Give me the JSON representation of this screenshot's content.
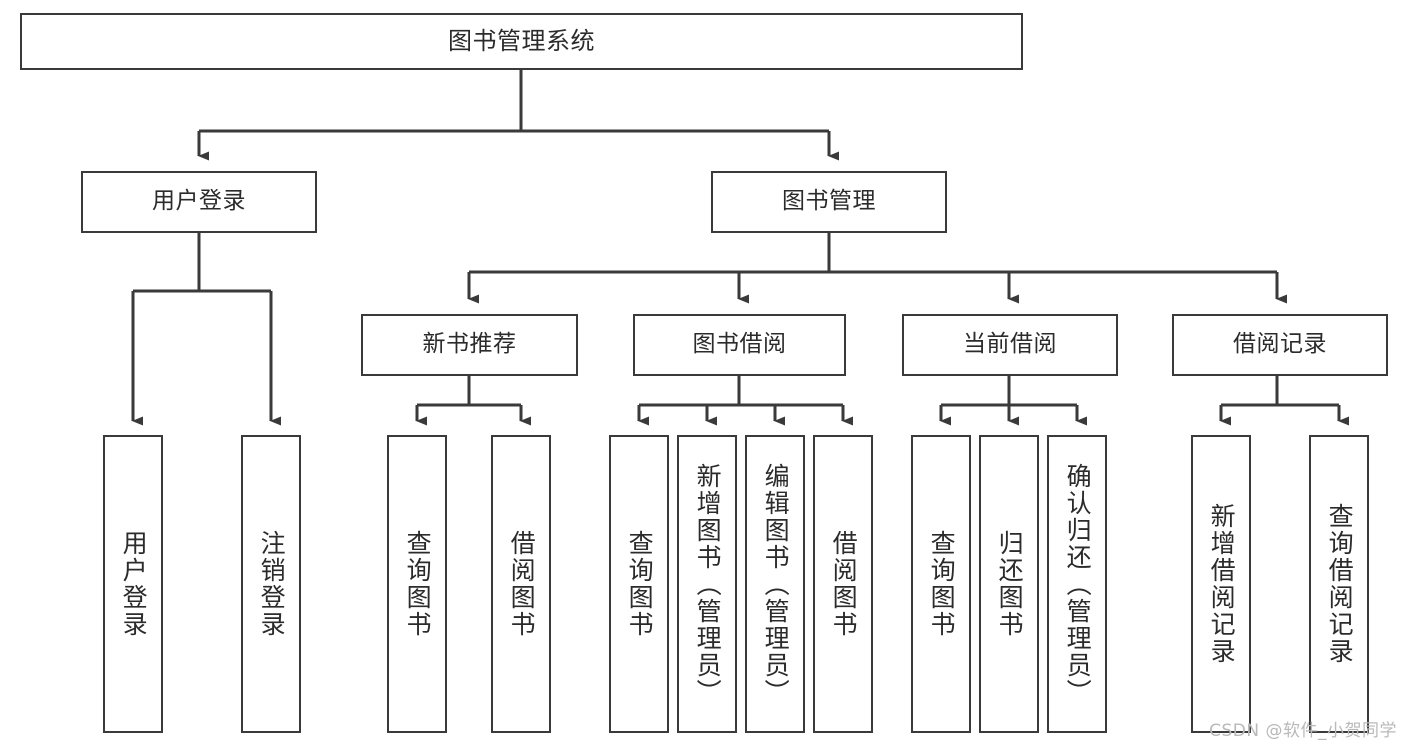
{
  "diagram": {
    "title": "图书管理系统",
    "type": "tree-hierarchy",
    "watermark": "CSDN @软件_小贺同学",
    "colors": {
      "box_border": "#3a3a3a",
      "box_fill": "#ffffff",
      "connector": "#3a3a3a",
      "text": "#2b2b2b",
      "watermark": "#b9b9b9",
      "background": "#ffffff"
    },
    "levels": {
      "root": {
        "label": "图书管理系统"
      },
      "level2": [
        {
          "id": "user-login",
          "label": "用户登录"
        },
        {
          "id": "book-manage",
          "label": "图书管理"
        }
      ],
      "level3": [
        {
          "id": "new-book-recommend",
          "label": "新书推荐"
        },
        {
          "id": "book-borrow",
          "label": "图书借阅"
        },
        {
          "id": "current-borrow",
          "label": "当前借阅"
        },
        {
          "id": "borrow-record",
          "label": "借阅记录"
        }
      ],
      "leaves": {
        "user-login": [
          {
            "id": "leaf-user-login",
            "label": "用户登录"
          },
          {
            "id": "leaf-user-logout",
            "label": "注销登录"
          }
        ],
        "new-book-recommend": [
          {
            "id": "leaf-query-book-1",
            "label": "查询图书"
          },
          {
            "id": "leaf-borrow-book-1",
            "label": "借阅图书"
          }
        ],
        "book-borrow": [
          {
            "id": "leaf-query-book-2",
            "label": "查询图书"
          },
          {
            "id": "leaf-add-book",
            "label": "新增图书（管理员）"
          },
          {
            "id": "leaf-edit-book",
            "label": "编辑图书（管理员）"
          },
          {
            "id": "leaf-borrow-book-2",
            "label": "借阅图书"
          }
        ],
        "current-borrow": [
          {
            "id": "leaf-query-book-3",
            "label": "查询图书"
          },
          {
            "id": "leaf-return-book",
            "label": "归还图书"
          },
          {
            "id": "leaf-confirm-return",
            "label": "确认归还（管理员）"
          }
        ],
        "borrow-record": [
          {
            "id": "leaf-add-record",
            "label": "新增借阅记录"
          },
          {
            "id": "leaf-query-record",
            "label": "查询借阅记录"
          }
        ]
      }
    }
  }
}
